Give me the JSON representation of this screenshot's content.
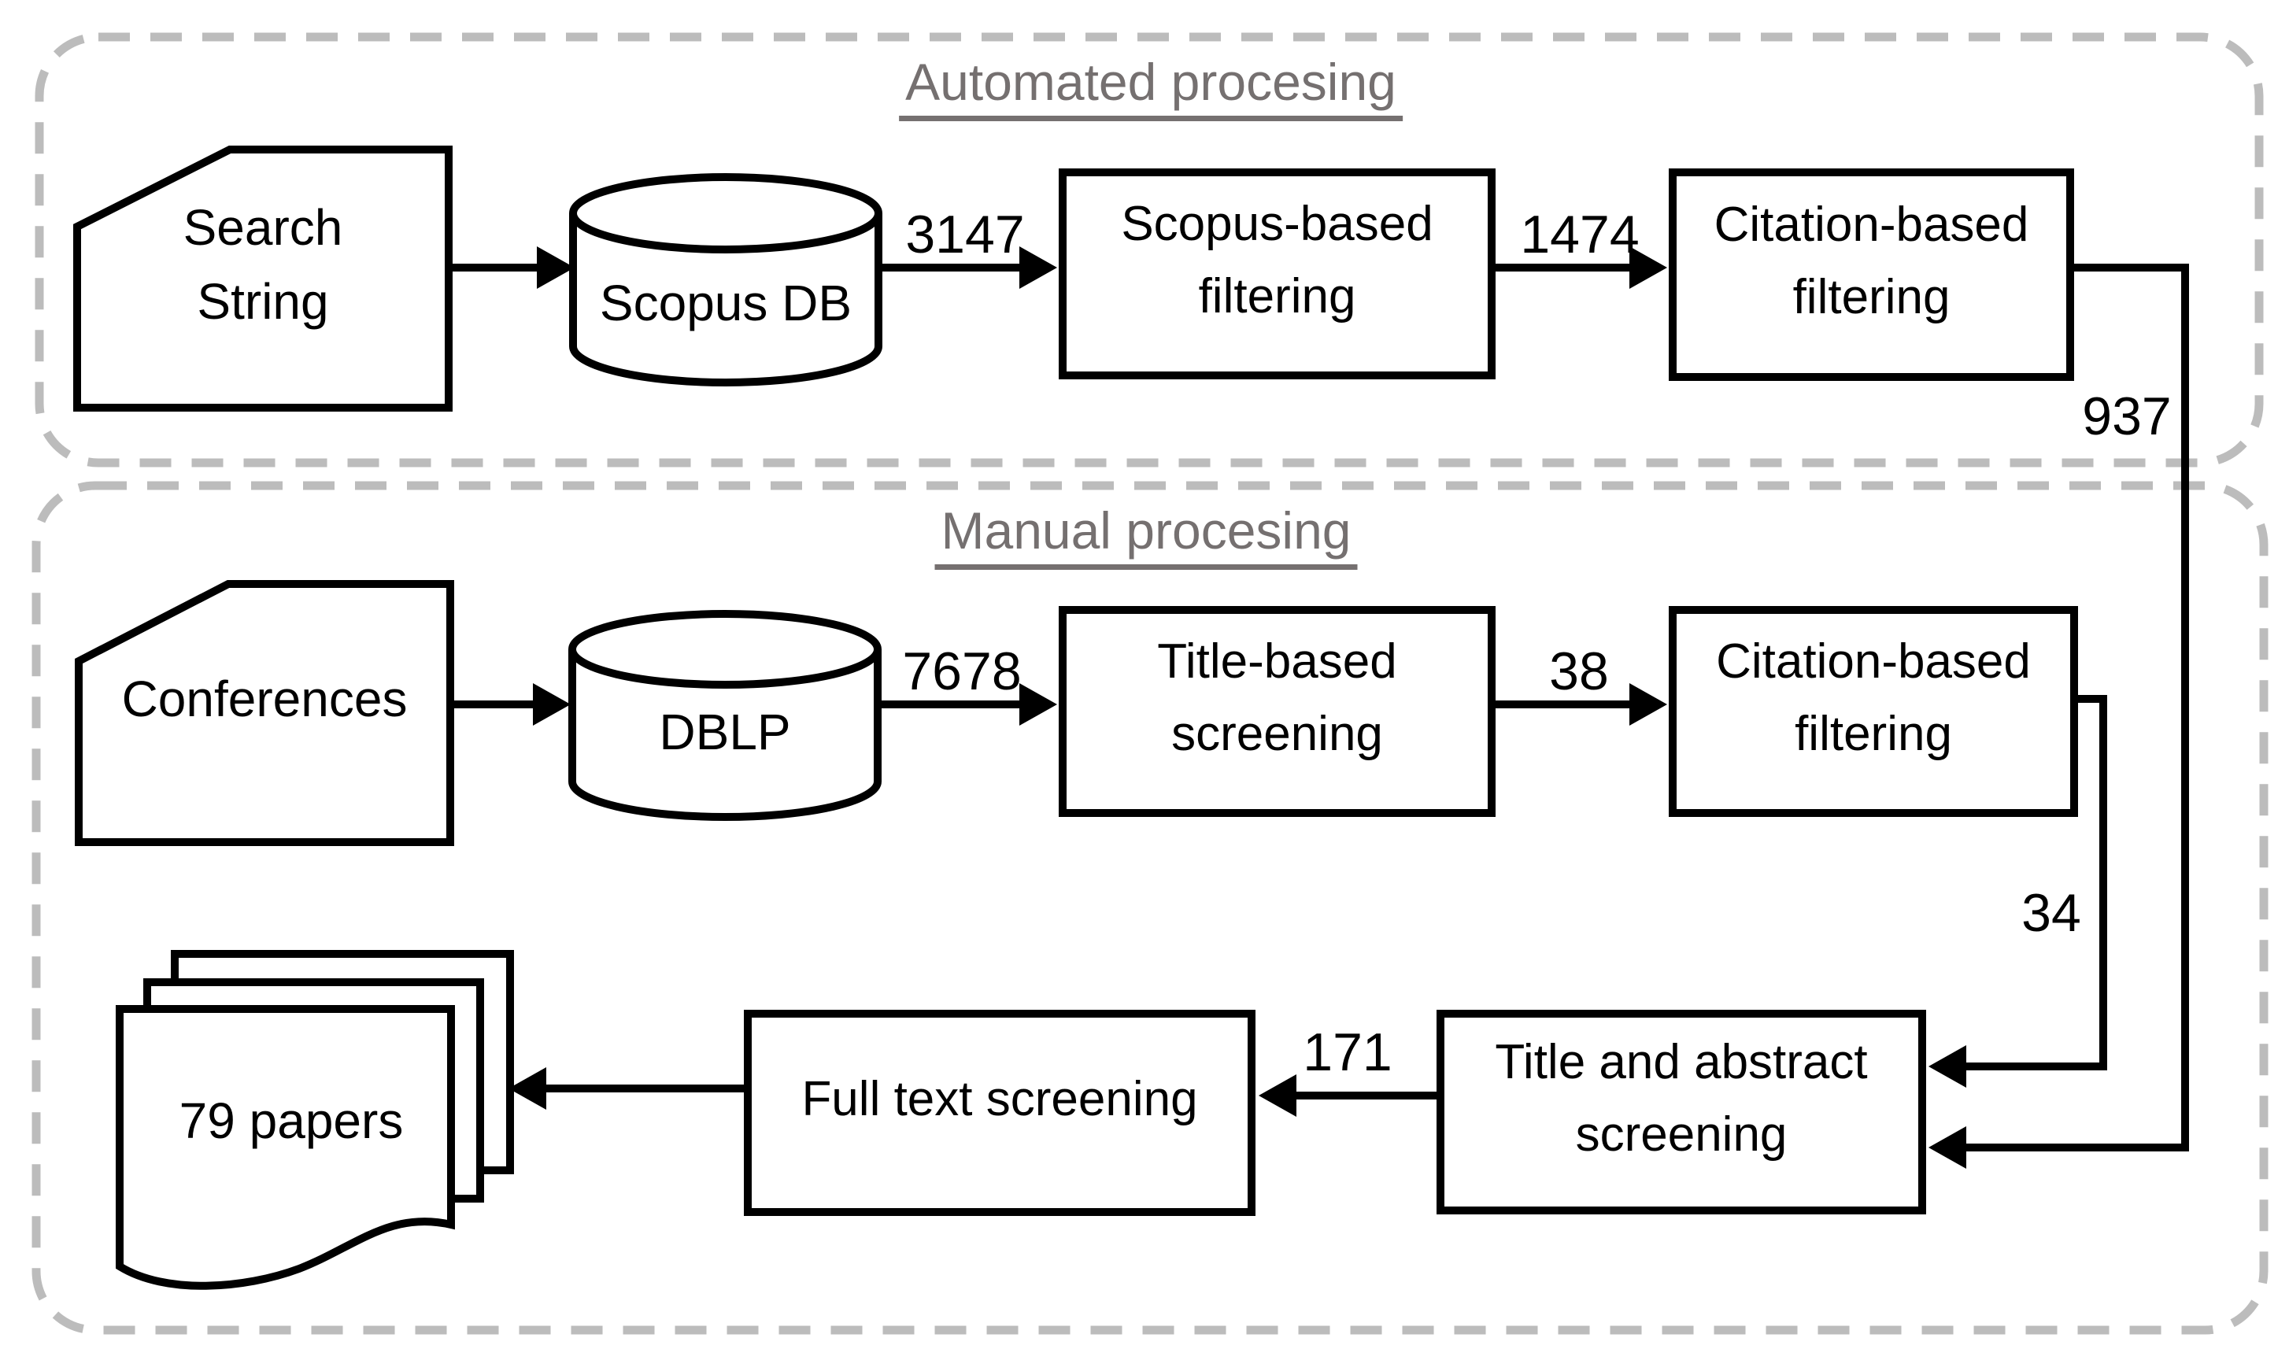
{
  "sections": {
    "automated": {
      "title": "Automated procesing"
    },
    "manual": {
      "title": "Manual procesing"
    }
  },
  "nodes": {
    "search_string": {
      "line1": "Search",
      "line2": "String"
    },
    "scopus_db": {
      "label": "Scopus DB"
    },
    "scopus_filtering": {
      "line1": "Scopus-based",
      "line2": "filtering"
    },
    "citation_filtering_auto": {
      "line1": "Citation-based",
      "line2": "filtering"
    },
    "conferences": {
      "label": "Conferences"
    },
    "dblp": {
      "label": "DBLP"
    },
    "title_screening": {
      "line1": "Title-based",
      "line2": "screening"
    },
    "citation_filtering_manual": {
      "line1": "Citation-based",
      "line2": "filtering"
    },
    "title_abstract": {
      "line1": "Title and abstract",
      "line2": "screening"
    },
    "full_text": {
      "label": "Full text screening"
    },
    "papers": {
      "label": "79 papers"
    }
  },
  "edge_labels": {
    "scopus_db_to_scopus_filtering": "3147",
    "scopus_filtering_to_citation": "1474",
    "citation_auto_to_title_abstract": "937",
    "dblp_to_title_screening": "7678",
    "title_screening_to_citation": "38",
    "citation_manual_to_title_abstract": "34",
    "title_abstract_to_full_text": "171"
  },
  "colors": {
    "line": "#000000",
    "shape_fill": "#ffffff",
    "dashed_border": "#bcbcbc",
    "section_title": "#757070",
    "background": "#ffffff"
  }
}
